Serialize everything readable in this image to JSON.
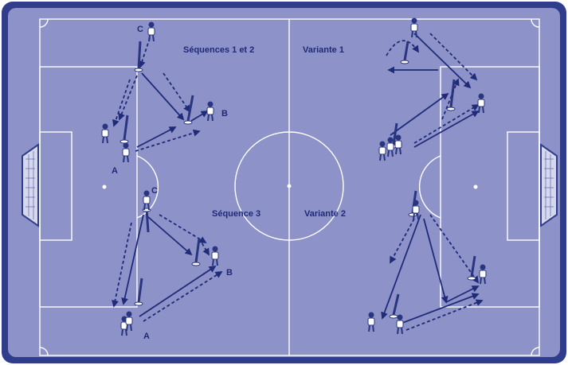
{
  "labels": {
    "seq12": "Séquences 1 et 2",
    "var1": "Variante 1",
    "seq3": "Séquence 3",
    "var2": "Variante 2",
    "c_top": "C",
    "b_top": "B",
    "a_top": "A",
    "c_bot": "C",
    "b_bot": "B",
    "a_bot": "A"
  },
  "colors": {
    "frame": "#2f3d8c",
    "pitch": "#8d93c8",
    "lines": "#ffffff",
    "arrows": "#1f2a78",
    "players": "#2a3580"
  }
}
